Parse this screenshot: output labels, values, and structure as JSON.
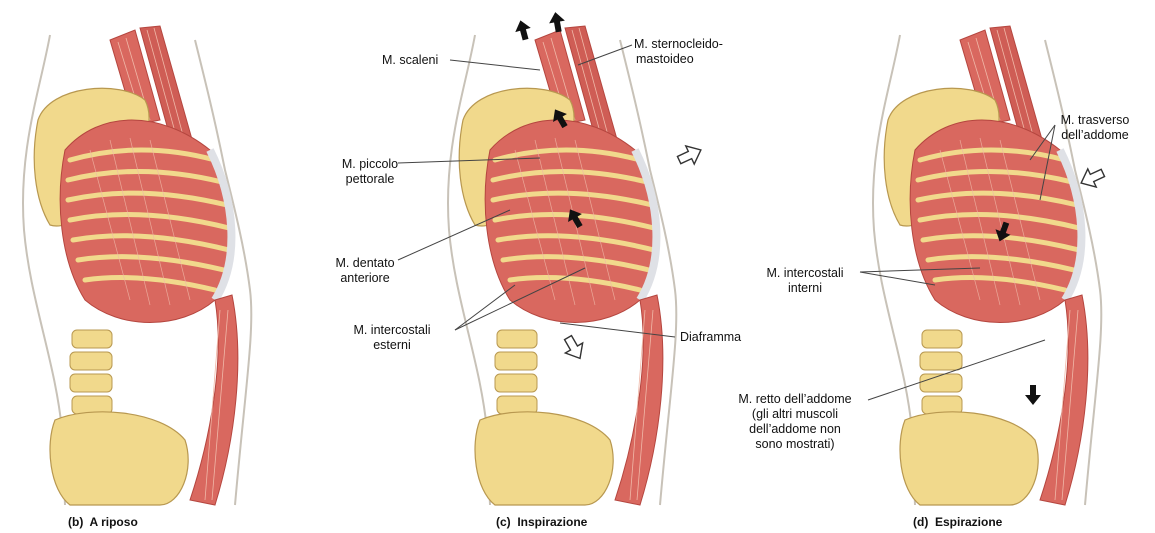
{
  "panels": [
    {
      "id": "b",
      "caption": "(b)  A riposo"
    },
    {
      "id": "c",
      "caption": "(c)  Inspirazione"
    },
    {
      "id": "d",
      "caption": "(d)  Espirazione"
    }
  ],
  "labels": {
    "scaleni": "M. scaleni",
    "sterno_1": "M. sternocleido-",
    "sterno_2": "mastoideo",
    "piccolo_1": "M. piccolo",
    "piccolo_2": "pettorale",
    "dentato_1": "M. dentato",
    "dentato_2": "anteriore",
    "ext_1": "M. intercostali",
    "ext_2": "esterni",
    "diaframma": "Diaframma",
    "trasverso_1": "M. trasverso",
    "trasverso_2": "dell’addome",
    "int_1": "M. intercostali",
    "int_2": "interni",
    "retto_1": "M. retto dell’addome",
    "retto_2": "(gli altri muscoli",
    "retto_3": "dell’addome non",
    "retto_4": "sono mostrati)"
  },
  "colors": {
    "skin": "#c8c2b8",
    "bone": "#f1d98c",
    "bone_edge": "#b89850",
    "muscle": "#d9685f",
    "muscle_dark": "#b5463f",
    "fibre": "#f0b8a8",
    "tendon": "#dfe1e6",
    "leader": "#444444",
    "arrow_solid": "#111111"
  }
}
